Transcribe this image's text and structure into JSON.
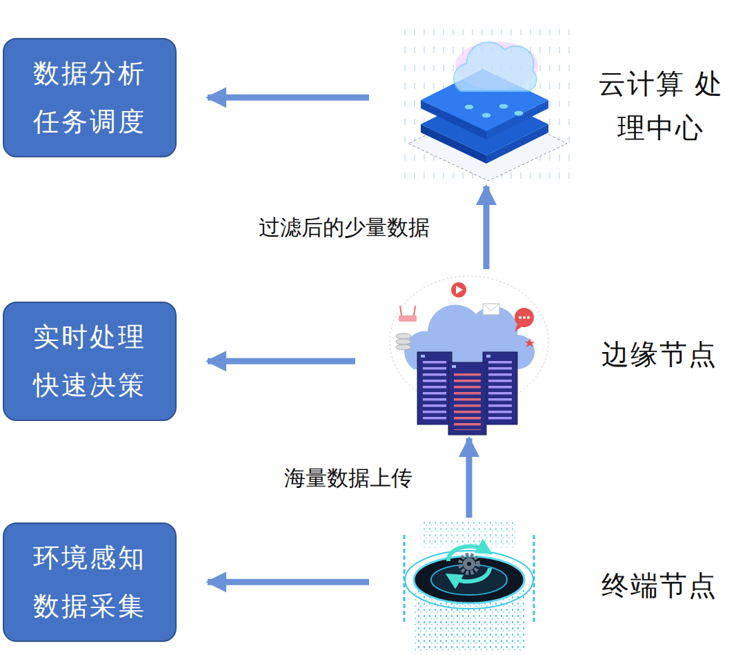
{
  "diagram": {
    "nodes": [
      {
        "text": [
          "云计算 处理中心"
        ]
      },
      {
        "text": [
          "数据分析 任务调度"
        ]
      },
      {
        "text": [
          "边缘节点"
        ]
      },
      {
        "text": [
          "实时处理 快速决策"
        ]
      },
      {
        "text": [
          "终端节点"
        ]
      },
      {
        "text": [
          "环境感知 数据采集"
        ]
      }
    ],
    "edges": [
      {
        "from": 0,
        "to": 1,
        "arrow": "to"
      },
      {
        "from": 2,
        "to": 3,
        "arrow": "to"
      },
      {
        "from": 4,
        "to": 5,
        "arrow": "to"
      },
      {
        "from": 4,
        "to": 2,
        "label": "海量数据上传",
        "arrow": "to"
      },
      {
        "from": 2,
        "to": 0,
        "label": "过滤后的少量数据",
        "arrow": "to"
      }
    ]
  }
}
